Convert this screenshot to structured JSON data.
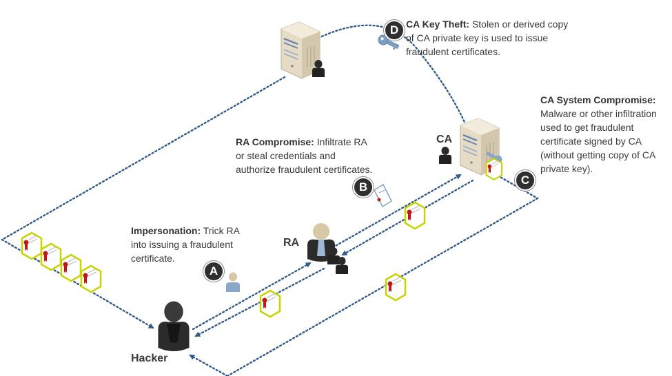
{
  "labels": {
    "hacker": "Hacker",
    "ra": "RA",
    "ca": "CA"
  },
  "annotations": {
    "d": {
      "badge": "D",
      "title": "CA Key Theft:",
      "body": " Stolen or derived copy of CA private key is used to issue fraudulent certificates."
    },
    "c": {
      "badge": "C",
      "title": "CA System Compromise:",
      "body": " Malware or other infiltration used to get fraudulent certificate signed by CA (without getting copy of CA private key)."
    },
    "b": {
      "badge": "B",
      "title": "RA Compromise:",
      "body": " Infiltrate RA or steal credentials and authorize fraudulent certificates."
    },
    "a": {
      "badge": "A",
      "title": "Impersonation:",
      "body": " Trick RA into issuing a fraudulent certificate."
    }
  },
  "icons": {
    "server": "server-icon",
    "person": "person-icon",
    "certificate": "certificate-icon",
    "key": "key-icon"
  },
  "colors": {
    "connector": "#2f5a8a",
    "certificate_border": "#c8d400",
    "certificate_ribbon": "#c01818",
    "badge": "#2f2f2f",
    "server": "#e6dcc6"
  }
}
